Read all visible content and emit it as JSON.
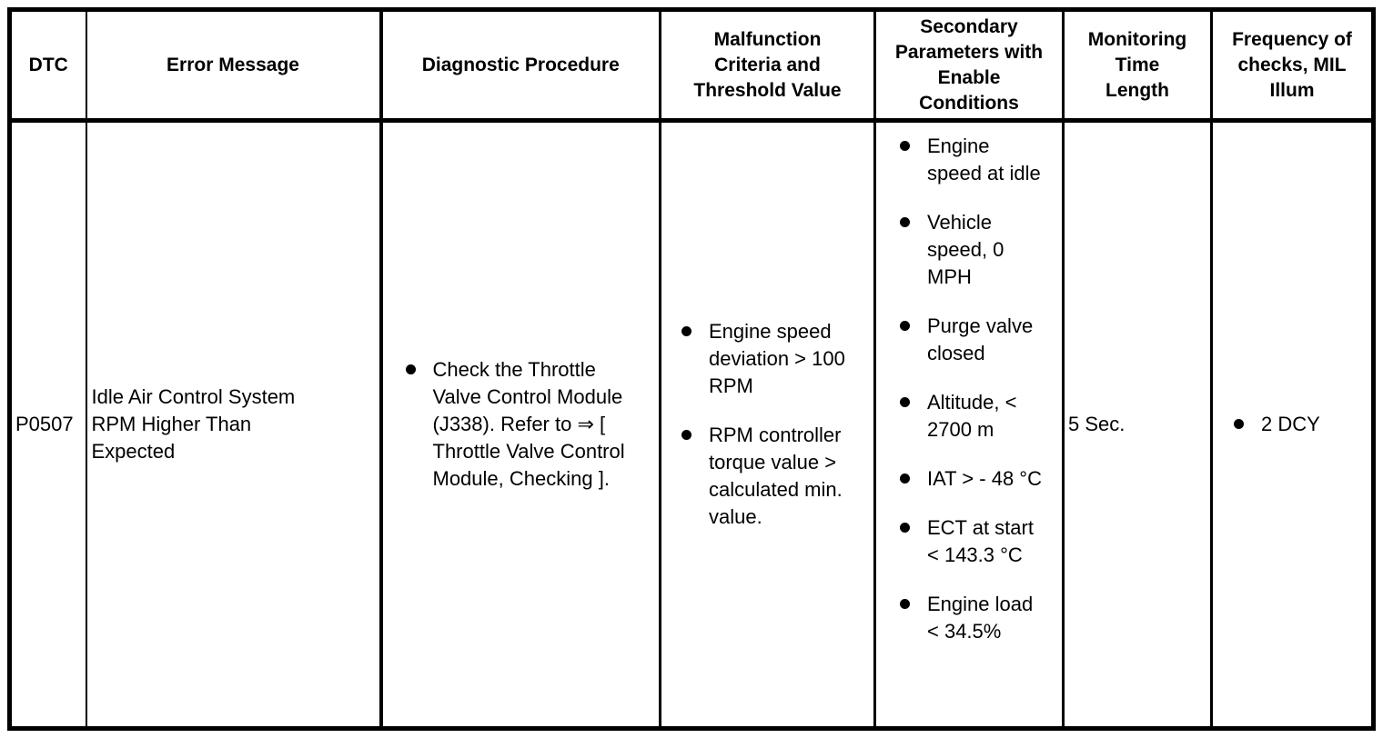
{
  "table": {
    "headers": [
      "DTC",
      "Error Message",
      "Diagnostic Procedure",
      "Malfunction Criteria and Threshold Value",
      "Secondary Parameters with Enable Conditions",
      "Monitoring Time Length",
      "Frequency of checks, MIL Illum"
    ],
    "row": {
      "dtc": "P0507",
      "error_message": "Idle Air Control System RPM Higher Than Expected",
      "diagnostic_procedure": [
        "Check the Throttle Valve Control Module (J338). Refer to ⇒ [ Throttle Valve Control Module, Checking ]."
      ],
      "malfunction_criteria": [
        "Engine speed deviation > 100 RPM",
        "RPM controller torque value > calculated min. value."
      ],
      "secondary_parameters": [
        "Engine speed at idle",
        "Vehicle speed, 0 MPH",
        "Purge valve closed",
        "Altitude, < 2700 m",
        "IAT > - 48 °C",
        "ECT at start < 143.3 °C",
        "Engine load < 34.5%"
      ],
      "monitoring_time_length": "5 Sec.",
      "frequency_mil": [
        "2 DCY"
      ]
    }
  },
  "colors": {
    "text": "#000000",
    "border": "#000000",
    "background": "#ffffff"
  }
}
